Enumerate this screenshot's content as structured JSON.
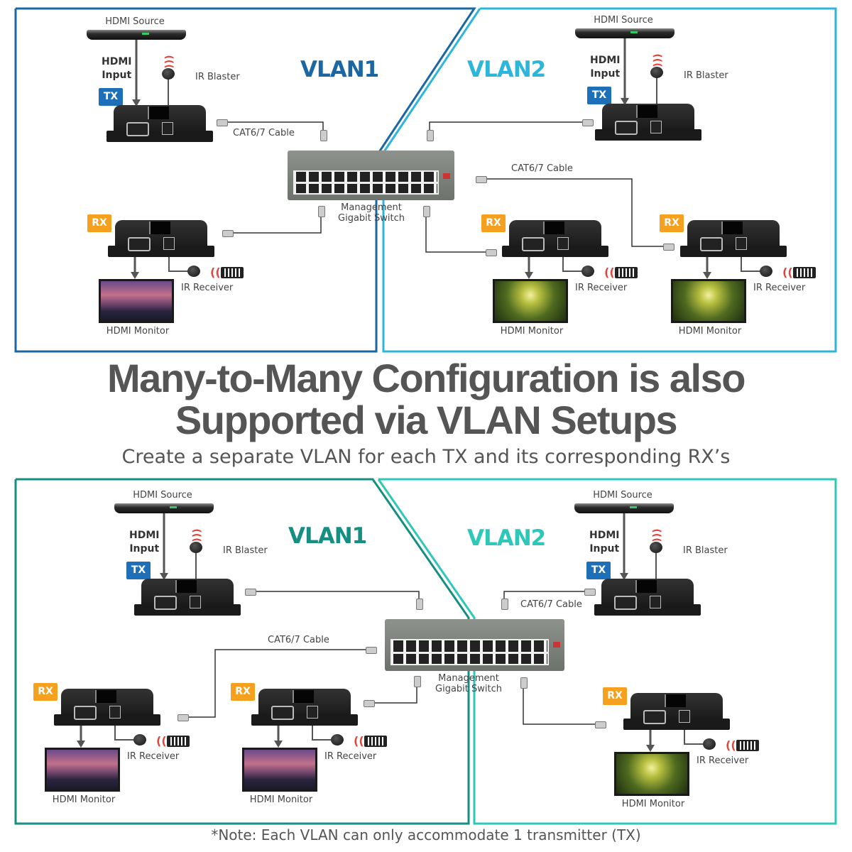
{
  "colors": {
    "top_vlan1": "#1a67a3",
    "top_vlan2": "#2db5da",
    "bottom_vlan1": "#168f82",
    "bottom_vlan2": "#2ec7b8",
    "tx_badge": "#1d6fb8",
    "rx_badge": "#f5a01e",
    "heading": "#555555"
  },
  "top": {
    "vlan1": "VLAN1",
    "vlan2": "VLAN2",
    "transmitters": [
      {
        "source": "HDMI Source",
        "input": "HDMI\nInput",
        "blaster": "IR Blaster",
        "badge": "TX"
      },
      {
        "source": "HDMI Source",
        "input": "HDMI\nInput",
        "blaster": "IR Blaster",
        "badge": "TX"
      }
    ],
    "receivers": [
      {
        "badge": "RX",
        "ir": "IR Receiver",
        "monitor": "HDMI Monitor",
        "screen": "mountain"
      },
      {
        "badge": "RX",
        "ir": "IR Receiver",
        "monitor": "HDMI Monitor",
        "screen": "forest"
      },
      {
        "badge": "RX",
        "ir": "IR Receiver",
        "monitor": "HDMI Monitor",
        "screen": "forest"
      }
    ],
    "cables": [
      "CAT6/7 Cable",
      "CAT6/7 Cable"
    ],
    "switch_label": "Management\nGigabit Switch"
  },
  "headline": {
    "line1": "Many-to-Many Configuration is also",
    "line2": "Supported via VLAN Setups",
    "subtitle": "Create a separate VLAN for each TX and its corresponding RX’s"
  },
  "bottom": {
    "vlan1": "VLAN1",
    "vlan2": "VLAN2",
    "transmitters": [
      {
        "source": "HDMI Source",
        "input": "HDMI\nInput",
        "blaster": "IR Blaster",
        "badge": "TX"
      },
      {
        "source": "HDMI Source",
        "input": "HDMI\nInput",
        "blaster": "IR Blaster",
        "badge": "TX"
      }
    ],
    "receivers": [
      {
        "badge": "RX",
        "ir": "IR Receiver",
        "monitor": "HDMI Monitor",
        "screen": "mountain"
      },
      {
        "badge": "RX",
        "ir": "IR Receiver",
        "monitor": "HDMI Monitor",
        "screen": "mountain"
      },
      {
        "badge": "RX",
        "ir": "IR Receiver",
        "monitor": "HDMI Monitor",
        "screen": "forest"
      }
    ],
    "cables": [
      "CAT6/7 Cable",
      "CAT6/7 Cable"
    ],
    "switch_label": "Management\nGigabit Switch"
  },
  "footnote": "*Note: Each VLAN can only accommodate 1 transmitter (TX)"
}
